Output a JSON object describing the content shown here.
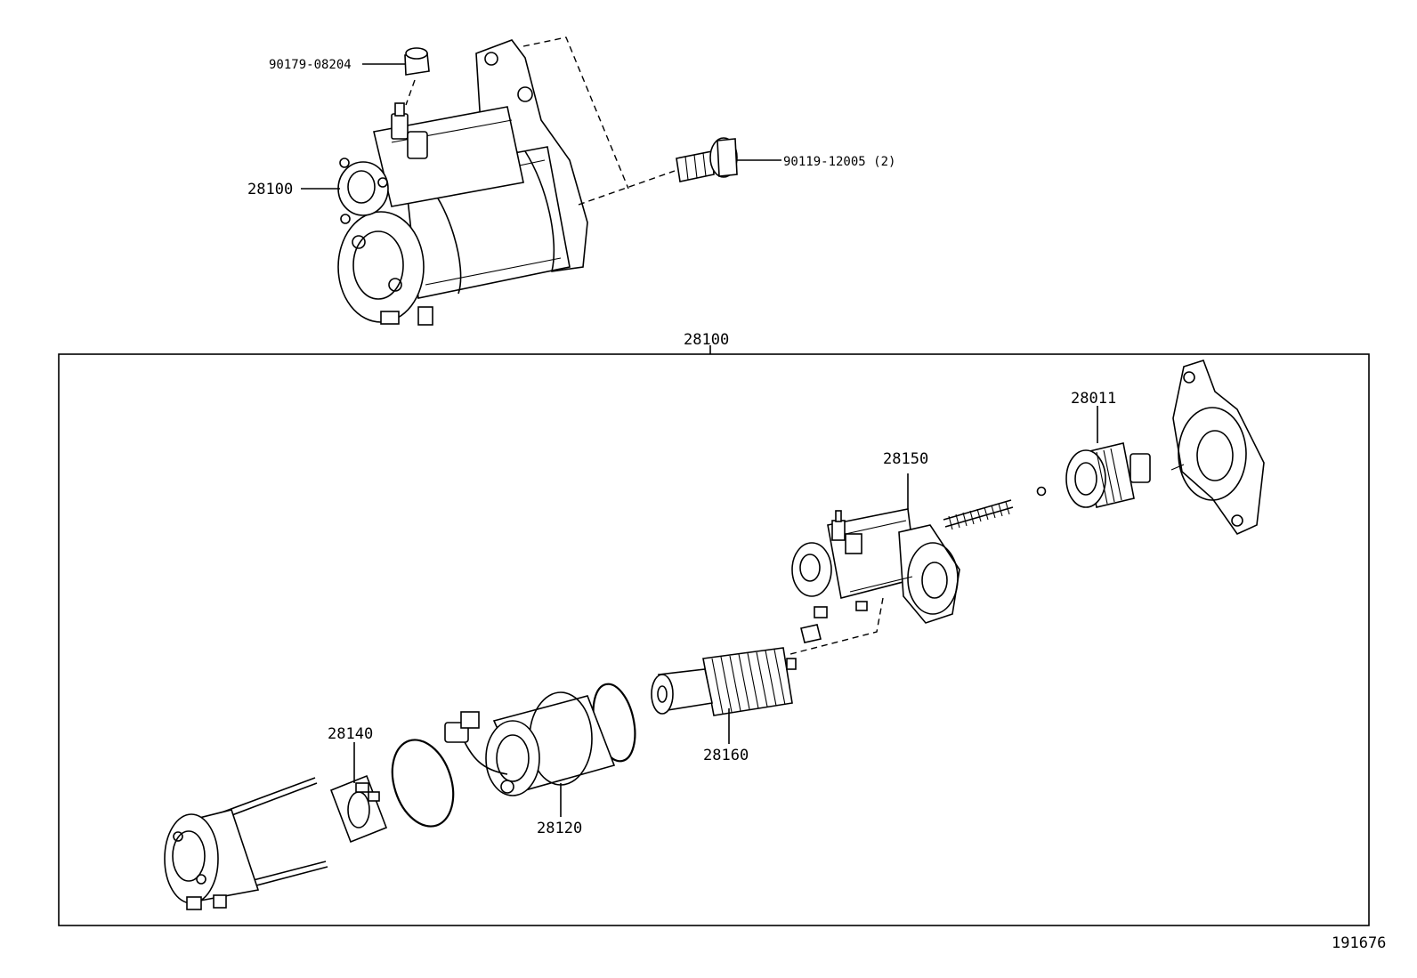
{
  "parts": {
    "cap_nut": "90179-08204",
    "starter_assy_top": "28100",
    "bolt": "90119-12005 (2)",
    "starter_assy_group": "28100",
    "clutch_pinion": "28011",
    "magnetic_switch": "28150",
    "brush_holder": "28140",
    "armature": "28160",
    "yoke": "28120"
  },
  "figure_id": "191676"
}
